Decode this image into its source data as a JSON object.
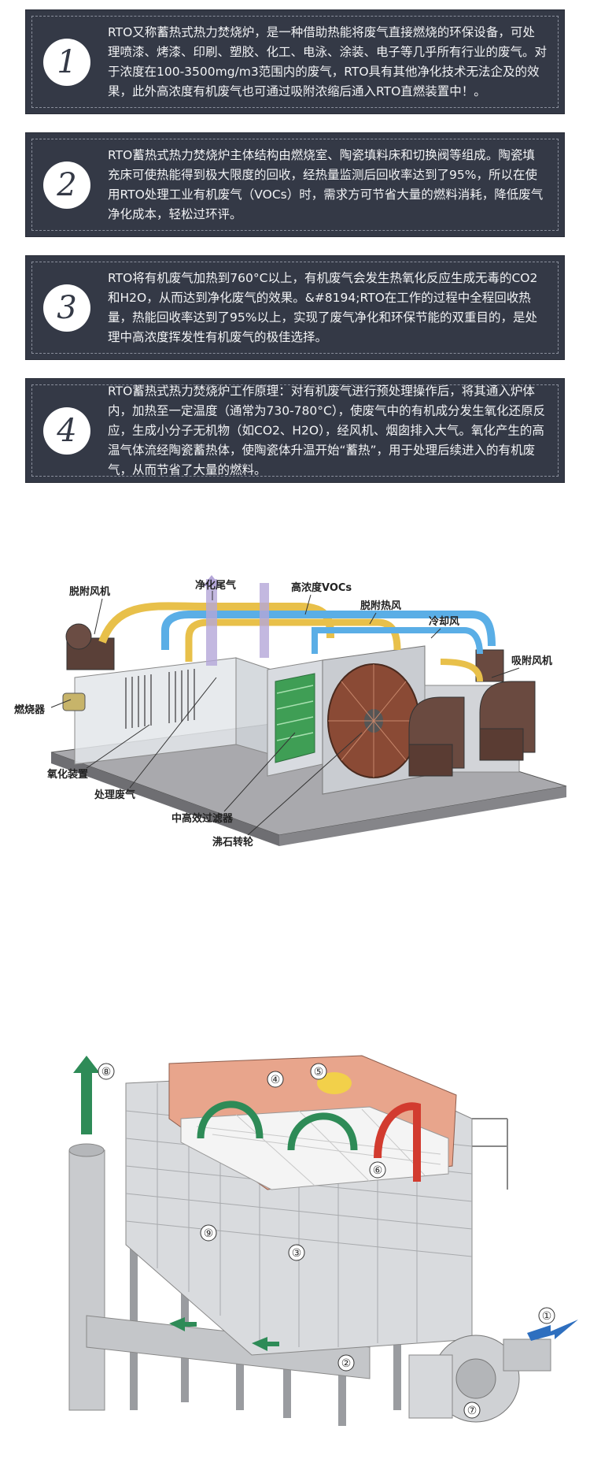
{
  "cards": [
    {
      "number": "1",
      "text": "RTO又称蓄热式热力焚烧炉，是一种借助热能将废气直接燃烧的环保设备，可处理喷漆、烤漆、印刷、塑胶、化工、电泳、涂装、电子等几乎所有行业的废气。对于浓度在100-3500mg/m3范围内的废气，RTO具有其他净化技术无法企及的效果，此外高浓度有机废气也可通过吸附浓缩后通入RTO直燃装置中！。"
    },
    {
      "number": "2",
      "text": "RTO蓄热式热力焚烧炉主体结构由燃烧室、陶瓷填料床和切换阀等组成。陶瓷填充床可使热能得到极大限度的回收，经热量监测后回收率达到了95%，所以在使用RTO处理工业有机废气（VOCs）时，需求方可节省大量的燃料消耗，降低废气净化成本，轻松过环评。"
    },
    {
      "number": "3",
      "text": "RTO将有机废气加热到760°C以上，有机废气会发生热氧化反应生成无毒的CO2和H2O，从而达到净化废气的效果。&#8194;RTO在工作的过程中全程回收热量，热能回收率达到了95%以上，实现了废气净化和环保节能的双重目的，是处理中高浓度挥发性有机废气的极佳选择。"
    },
    {
      "number": "4",
      "text": "RTO蓄热式热力焚烧炉工作原理：对有机废气进行预处理操作后，将其通入炉体内，加热至一定温度（通常为730-780°C），使废气中的有机成分发生氧化还原反应，生成小分子无机物（如CO2、H2O），经风机、烟囱排入大气。氧化产生的高温气体流经陶瓷蓄热体，使陶瓷体升温开始“蓄热”，用于处理后续进入的有机废气，从而节省了大量的燃料。"
    }
  ],
  "diagram1": {
    "labels": {
      "desorption_fan": "脱附风机",
      "clean_exhaust": "净化尾气",
      "high_voc": "高浓度VOCs",
      "desorption_hot_air": "脱附热风",
      "cooling_air": "冷却风",
      "adsorption_fan": "吸附风机",
      "burner": "燃烧器",
      "oxidation_device": "氧化装置",
      "treated_gas": "处理废气",
      "filter": "中高效过滤器",
      "zeolite_rotor": "沸石转轮"
    }
  },
  "diagram2": {
    "markers": [
      "①",
      "②",
      "③",
      "④",
      "⑤",
      "⑥",
      "⑦",
      "⑧",
      "⑨"
    ]
  },
  "colors": {
    "card_bg": "#343946",
    "card_text": "#f2f3f5",
    "duct_yellow": "#e8c04a",
    "duct_blue": "#5aaee6",
    "duct_purple": "#b4a6d8",
    "arrow_green": "#2e8b57",
    "arrow_blue": "#2e6fbf"
  }
}
